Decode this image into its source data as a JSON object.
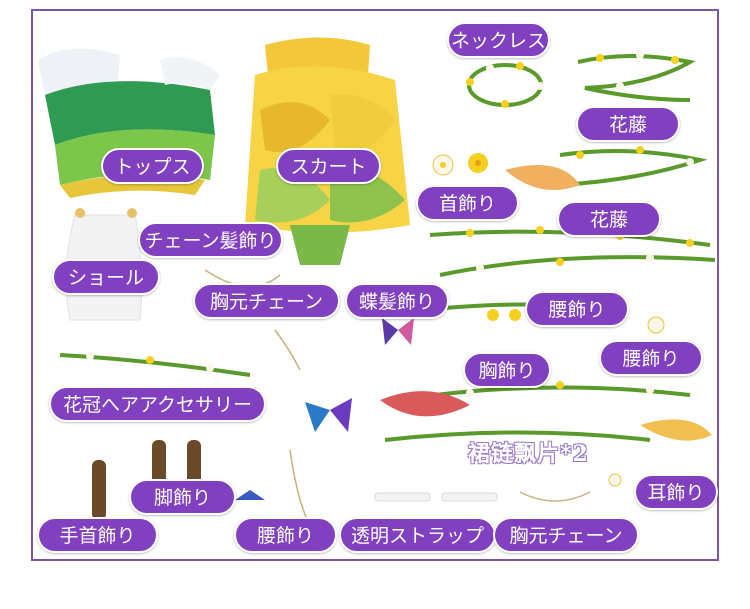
{
  "labels": {
    "tops": "トップス",
    "skirt": "スカート",
    "necklace": "ネックレス",
    "vine_1": "花藤",
    "vine_2": "花藤",
    "neck_ornament": "首飾り",
    "chain_hair": "チェーン髪飾り",
    "shawl": "ショール",
    "chest_chain_1": "胸元チェーン",
    "butterfly_hair": "蝶髪飾り",
    "waist_1": "腰飾り",
    "waist_2": "腰飾り",
    "chest_ornament": "胸飾り",
    "flower_crown": "花冠へアアクセサリー",
    "anklet": "脚飾り",
    "bracelet": "手首飾り",
    "waist_3": "腰飾り",
    "clear_strap": "透明ストラップ",
    "chest_chain_2": "胸元チェーン",
    "earring": "耳飾り"
  },
  "caption": "裙链飘片*2",
  "colors": {
    "pill_bg": "#8040c0",
    "frame": "#7b55a8",
    "caption_outline": "#9a7ac8",
    "vine_leaf": "#5a9a2a",
    "flower_yellow": "#f4d020",
    "flower_white": "#fbf6e8"
  }
}
